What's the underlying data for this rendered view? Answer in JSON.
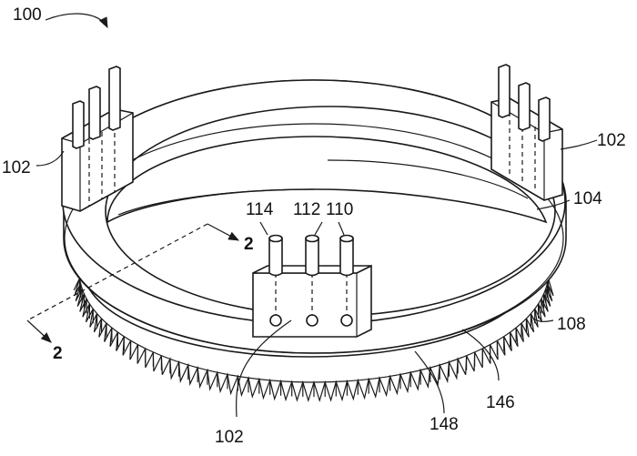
{
  "figure": {
    "main_reference": "100",
    "labels": {
      "connector_left": "102",
      "connector_right": "102",
      "connector_front": "102",
      "ring": "104",
      "gear": "108",
      "pin_right": "110",
      "pin_middle": "112",
      "pin_left": "114",
      "inner_ring": "146",
      "plate": "148"
    },
    "section_marks": {
      "upper": "2",
      "lower": "2"
    }
  }
}
